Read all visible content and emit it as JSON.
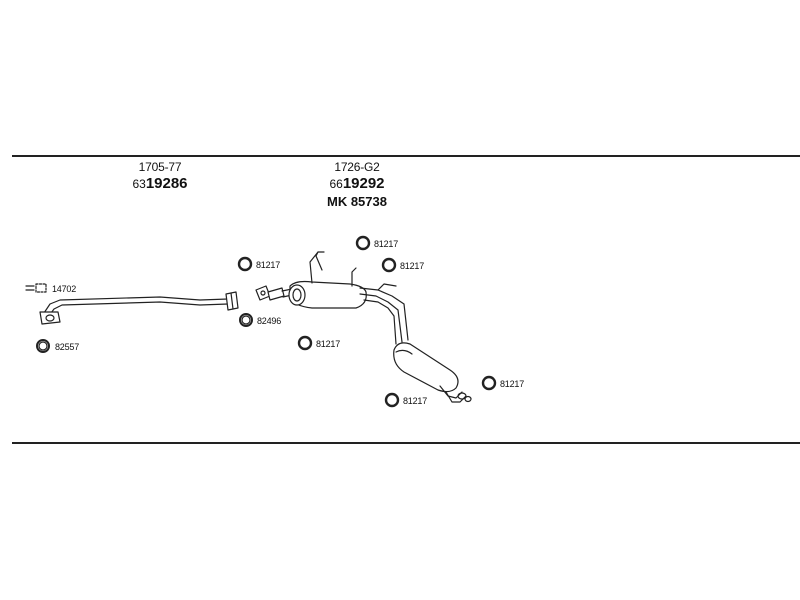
{
  "diagram": {
    "header_codes": [
      {
        "ref": "1705-77",
        "prefix": "63",
        "number": "19286"
      },
      {
        "ref": "1726-G2",
        "prefix": "66",
        "number": "19292",
        "extra": "MK 85738"
      }
    ],
    "part_labels": {
      "p14702": "14702",
      "p82557": "82557",
      "p82496": "82496",
      "p81217_a": "81217",
      "p81217_b": "81217",
      "p81217_c": "81217",
      "p81217_d": "81217",
      "p81217_e": "81217",
      "p81217_f": "81217"
    },
    "colors": {
      "line": "#222222",
      "fill": "#ffffff"
    }
  }
}
